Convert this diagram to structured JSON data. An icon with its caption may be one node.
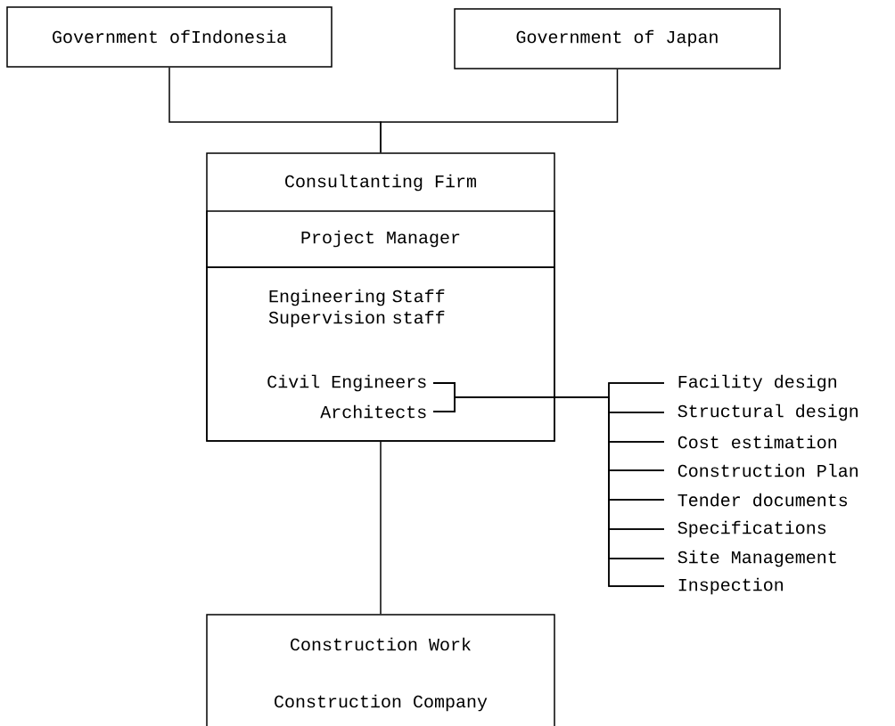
{
  "diagram": {
    "nodes": [
      {
        "text": [
          "Government ofIndonesia"
        ]
      },
      {
        "text": [
          "Government of Japan"
        ]
      },
      {
        "text": [
          "Consultanting Firm"
        ]
      },
      {
        "text": [
          "Project Manager"
        ],
        "in": 2
      },
      {
        "text": [
          "Engineering Staff Supervision staff"
        ],
        "in": 2
      },
      {
        "text": [
          "Civil Engineers"
        ],
        "in": 4
      },
      {
        "text": [
          "Architects"
        ],
        "in": 4
      },
      {
        "text": [
          "Facility design"
        ]
      },
      {
        "text": [
          "Structural design"
        ]
      },
      {
        "text": [
          "Cost estimation"
        ]
      },
      {
        "text": [
          "Construction Plan"
        ]
      },
      {
        "text": [
          "Tender documents"
        ]
      },
      {
        "text": [
          "Specifications"
        ]
      },
      {
        "text": [
          "Site Management"
        ]
      },
      {
        "text": [
          "Inspection"
        ]
      },
      {
        "text": [
          "Construction Work",
          "Construction Company"
        ]
      }
    ],
    "edges": [
      {
        "from": 0,
        "to": 2,
        "arrow": "none"
      },
      {
        "from": 1,
        "to": 2,
        "arrow": "none"
      },
      {
        "from": 5,
        "to": 7,
        "arrow": "none"
      },
      {
        "from": 5,
        "to": 8,
        "arrow": "none"
      },
      {
        "from": 5,
        "to": 9,
        "arrow": "none"
      },
      {
        "from": 5,
        "to": 10,
        "arrow": "none"
      },
      {
        "from": 5,
        "to": 11,
        "arrow": "none"
      },
      {
        "from": 5,
        "to": 12,
        "arrow": "none"
      },
      {
        "from": 5,
        "to": 13,
        "arrow": "none"
      },
      {
        "from": 5,
        "to": 14,
        "arrow": "none"
      },
      {
        "from": 6,
        "to": 7,
        "arrow": "none"
      },
      {
        "from": 6,
        "to": 8,
        "arrow": "none"
      },
      {
        "from": 6,
        "to": 9,
        "arrow": "none"
      },
      {
        "from": 6,
        "to": 10,
        "arrow": "none"
      },
      {
        "from": 6,
        "to": 11,
        "arrow": "none"
      },
      {
        "from": 6,
        "to": 12,
        "arrow": "none"
      },
      {
        "from": 6,
        "to": 13,
        "arrow": "none"
      },
      {
        "from": 6,
        "to": 14,
        "arrow": "none"
      },
      {
        "from": 2,
        "to": 15,
        "arrow": "none"
      }
    ]
  }
}
